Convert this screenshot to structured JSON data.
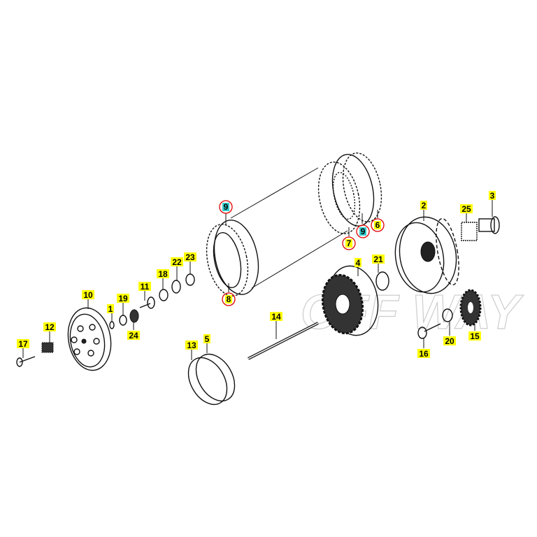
{
  "diagram": {
    "watermark": "OFF WAY",
    "labels": {
      "p1": "1",
      "p2": "2",
      "p3": "3",
      "p4": "4",
      "p5": "5",
      "p6": "6",
      "p7": "7",
      "p8": "8",
      "p9a": "9",
      "p9b": "9",
      "p10": "10",
      "p11": "11",
      "p12": "12",
      "p13": "13",
      "p14": "14",
      "p15": "15",
      "p16": "16",
      "p17": "17",
      "p18": "18",
      "p19": "19",
      "p20": "20",
      "p21": "21",
      "p22": "22",
      "p23": "23",
      "p24": "24",
      "p25": "25"
    },
    "colors": {
      "highlight": "#ffff00",
      "highlight_alt": "#33cccc",
      "circle": "#e00000"
    }
  }
}
